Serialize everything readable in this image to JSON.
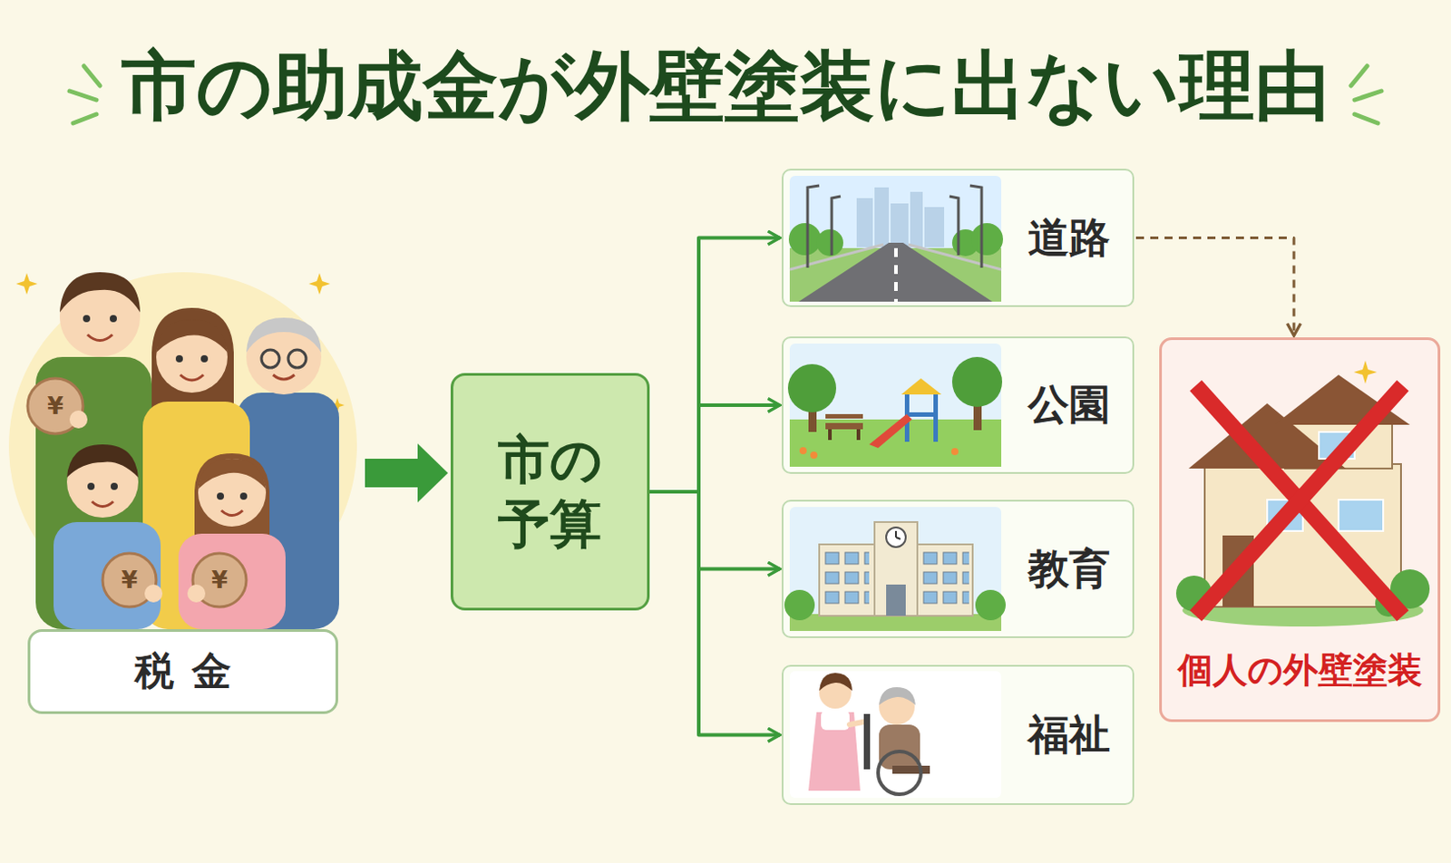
{
  "diagram": {
    "title": "市の助成金が外壁塗装に出ない理由",
    "nodes": [
      {
        "text": [
          "税金"
        ]
      },
      {
        "text": [
          "市の予算"
        ]
      },
      {
        "text": [
          "道路"
        ]
      },
      {
        "text": [
          "公園"
        ]
      },
      {
        "text": [
          "教育"
        ]
      },
      {
        "text": [
          "福祉"
        ]
      },
      {
        "text": [
          "個人の外壁塗装"
        ]
      }
    ],
    "edges": [
      {
        "from": 0,
        "to": 1,
        "arrow": "to"
      },
      {
        "from": 1,
        "to": 2,
        "arrow": "to"
      },
      {
        "from": 1,
        "to": 3,
        "arrow": "to"
      },
      {
        "from": 1,
        "to": 4,
        "arrow": "to"
      },
      {
        "from": 1,
        "to": 5,
        "arrow": "to"
      },
      {
        "from": 2,
        "to": 6,
        "arrow": "to"
      }
    ],
    "labels": [
      "¥",
      "¥",
      "¥"
    ]
  }
}
